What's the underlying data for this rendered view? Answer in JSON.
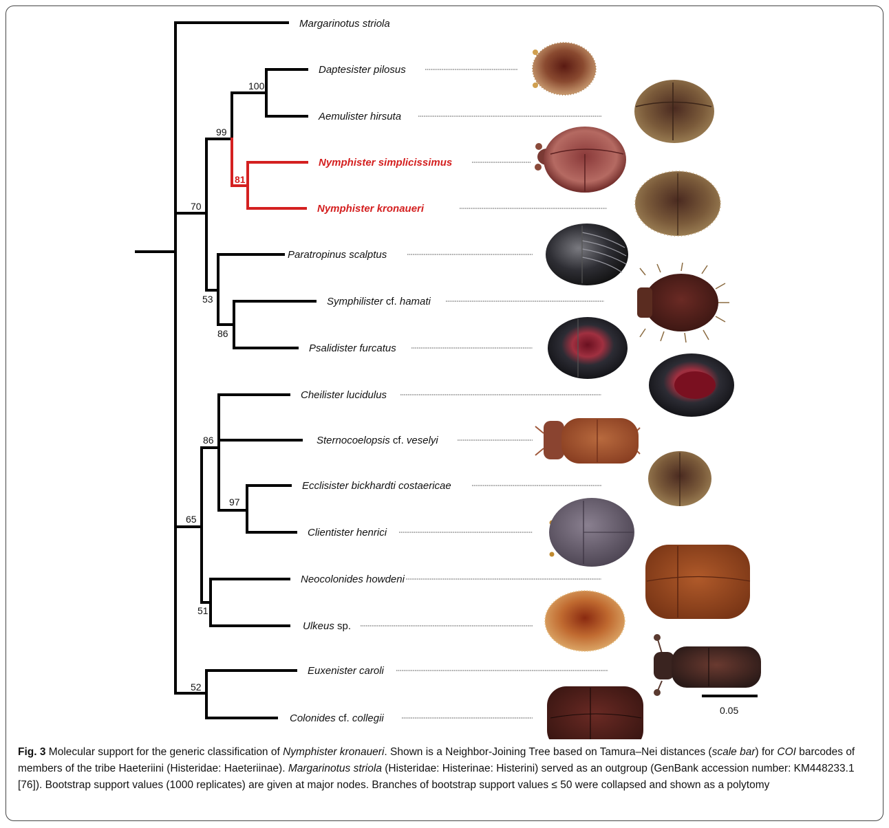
{
  "taxa": [
    {
      "key": "margarinotus",
      "parts": [
        {
          "t": "Margarinotus striola",
          "i": true
        }
      ]
    },
    {
      "key": "daptesister",
      "parts": [
        {
          "t": "Daptesister pilosus",
          "i": true
        }
      ]
    },
    {
      "key": "aemulister",
      "parts": [
        {
          "t": "Aemulister hirsuta",
          "i": true
        }
      ]
    },
    {
      "key": "nymph_simp",
      "parts": [
        {
          "t": "Nymphister simplicissimus",
          "i": true
        }
      ],
      "highlight": true
    },
    {
      "key": "nymph_kron",
      "parts": [
        {
          "t": "Nymphister kronaueri",
          "i": true
        }
      ],
      "highlight": true
    },
    {
      "key": "paratropinus",
      "parts": [
        {
          "t": "Paratropinus scalptus",
          "i": true
        }
      ]
    },
    {
      "key": "symphilister",
      "parts": [
        {
          "t": "Symphilister",
          "i": true
        },
        {
          "t": " cf. ",
          "i": false
        },
        {
          "t": "hamati",
          "i": true
        }
      ]
    },
    {
      "key": "psalidister",
      "parts": [
        {
          "t": "Psalidister furcatus",
          "i": true
        }
      ]
    },
    {
      "key": "cheilister",
      "parts": [
        {
          "t": "Cheilister lucidulus",
          "i": true
        }
      ]
    },
    {
      "key": "sternocoelopsis",
      "parts": [
        {
          "t": "Sternocoelopsis",
          "i": true
        },
        {
          "t": " cf. ",
          "i": false
        },
        {
          "t": "veselyi",
          "i": true
        }
      ]
    },
    {
      "key": "ecclisister",
      "parts": [
        {
          "t": "Ecclisister bickhardti costaericae",
          "i": true
        }
      ]
    },
    {
      "key": "clientister",
      "parts": [
        {
          "t": "Clientister henrici",
          "i": true
        }
      ]
    },
    {
      "key": "neocolonides",
      "parts": [
        {
          "t": "Neocolonides howdeni",
          "i": true
        }
      ]
    },
    {
      "key": "ulkeus",
      "parts": [
        {
          "t": "Ulkeus",
          "i": true
        },
        {
          "t": " sp.",
          "i": false
        }
      ]
    },
    {
      "key": "euxenister",
      "parts": [
        {
          "t": "Euxenister caroli",
          "i": true
        }
      ]
    },
    {
      "key": "colonides",
      "parts": [
        {
          "t": "Colonides",
          "i": true
        },
        {
          "t": " cf. ",
          "i": false
        },
        {
          "t": "collegii",
          "i": true
        }
      ]
    }
  ],
  "support_values": {
    "n100": "100",
    "n99": "99",
    "n81": "81",
    "n70": "70",
    "n53": "53",
    "n86a": "86",
    "n86b": "86",
    "n97": "97",
    "n65": "65",
    "n51": "51",
    "n52": "52"
  },
  "scale_bar": {
    "label": "0.05"
  },
  "colors": {
    "tree": "#000000",
    "highlight": "#d42020"
  },
  "caption": {
    "label": "Fig. 3",
    "parts": [
      {
        "t": " Molecular support for the generic classification of ",
        "i": false
      },
      {
        "t": "Nymphister kronaueri",
        "i": true
      },
      {
        "t": ". Shown is a Neighbor-Joining Tree based on Tamura–Nei distances (",
        "i": false
      },
      {
        "t": "scale bar",
        "i": true
      },
      {
        "t": ") for ",
        "i": false
      },
      {
        "t": "COI",
        "i": true
      },
      {
        "t": " barcodes of members of the tribe Haeteriini (Histeridae: Haeteriinae). ",
        "i": false
      },
      {
        "t": "Margarinotus striola",
        "i": true
      },
      {
        "t": " (Histeridae: Histerinae: Histerini) served as an outgroup (GenBank accession number: KM448233.1 [76]). Bootstrap support values (1000 replicates) are given at major nodes. Branches of bootstrap support values ≤ 50 were collapsed and shown as a polytomy",
        "i": false
      }
    ]
  }
}
